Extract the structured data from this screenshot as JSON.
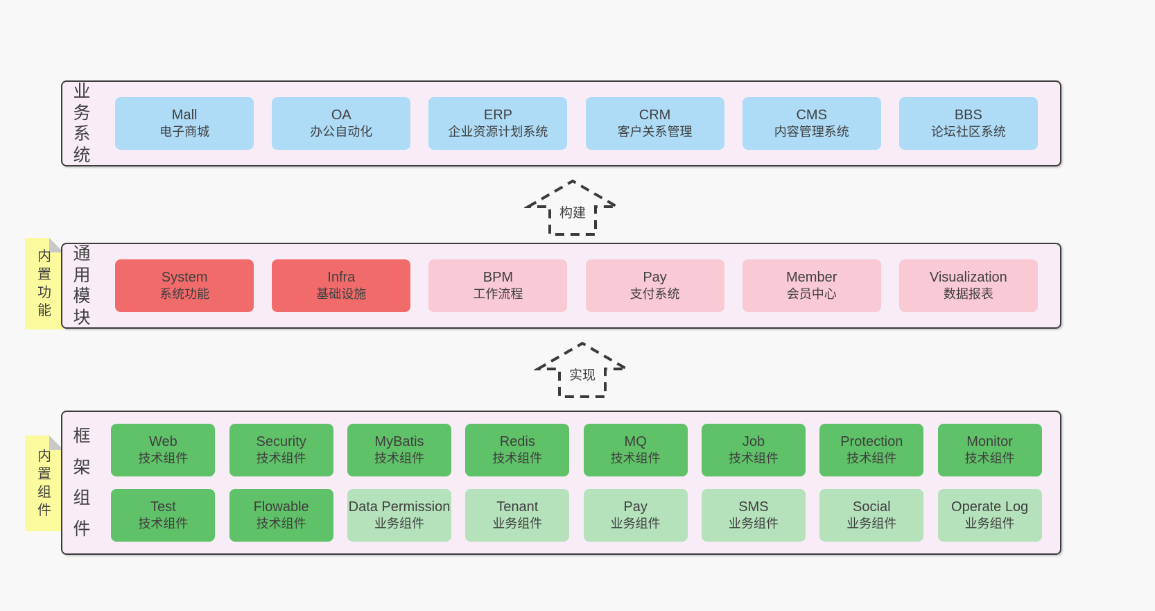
{
  "colors": {
    "page_bg": "#f8f8f8",
    "container_bg": "#f8edf7",
    "container_border": "#3c3c3c",
    "blue_box": "#aedcf7",
    "red_box": "#f26b6b",
    "pink_box": "#f9c9d4",
    "green_box": "#60c268",
    "light_green_box": "#b5e2bb",
    "note_yellow": "#fbfb9e",
    "note_fold_gray": "#c8c8c8",
    "text": "#3f3f3f"
  },
  "arrows": {
    "build": "构建",
    "implement": "实现"
  },
  "bands": {
    "business": {
      "label": "业务系统",
      "boxes": [
        {
          "en": "Mall",
          "zh": "电子商城"
        },
        {
          "en": "OA",
          "zh": "办公自动化"
        },
        {
          "en": "ERP",
          "zh": "企业资源计划系统"
        },
        {
          "en": "CRM",
          "zh": "客户关系管理"
        },
        {
          "en": "CMS",
          "zh": "内容管理系统"
        },
        {
          "en": "BBS",
          "zh": "论坛社区系统"
        }
      ]
    },
    "modules": {
      "label": "通用模块",
      "note": "内置功能",
      "boxes": [
        {
          "en": "System",
          "zh": "系统功能"
        },
        {
          "en": "Infra",
          "zh": "基础设施"
        },
        {
          "en": "BPM",
          "zh": "工作流程"
        },
        {
          "en": "Pay",
          "zh": "支付系统"
        },
        {
          "en": "Member",
          "zh": "会员中心"
        },
        {
          "en": "Visualization",
          "zh": "数据报表"
        }
      ]
    },
    "components": {
      "label": "框架组件",
      "note": "内置组件",
      "row1": [
        {
          "en": "Web",
          "zh": "技术组件"
        },
        {
          "en": "Security",
          "zh": "技术组件"
        },
        {
          "en": "MyBatis",
          "zh": "技术组件"
        },
        {
          "en": "Redis",
          "zh": "技术组件"
        },
        {
          "en": "MQ",
          "zh": "技术组件"
        },
        {
          "en": "Job",
          "zh": "技术组件"
        },
        {
          "en": "Protection",
          "zh": "技术组件"
        },
        {
          "en": "Monitor",
          "zh": "技术组件"
        }
      ],
      "row2": [
        {
          "en": "Test",
          "zh": "技术组件"
        },
        {
          "en": "Flowable",
          "zh": "技术组件"
        },
        {
          "en": "Data Permission",
          "zh": "业务组件"
        },
        {
          "en": "Tenant",
          "zh": "业务组件"
        },
        {
          "en": "Pay",
          "zh": "业务组件"
        },
        {
          "en": "SMS",
          "zh": "业务组件"
        },
        {
          "en": "Social",
          "zh": "业务组件"
        },
        {
          "en": "Operate Log",
          "zh": "业务组件"
        }
      ]
    }
  }
}
